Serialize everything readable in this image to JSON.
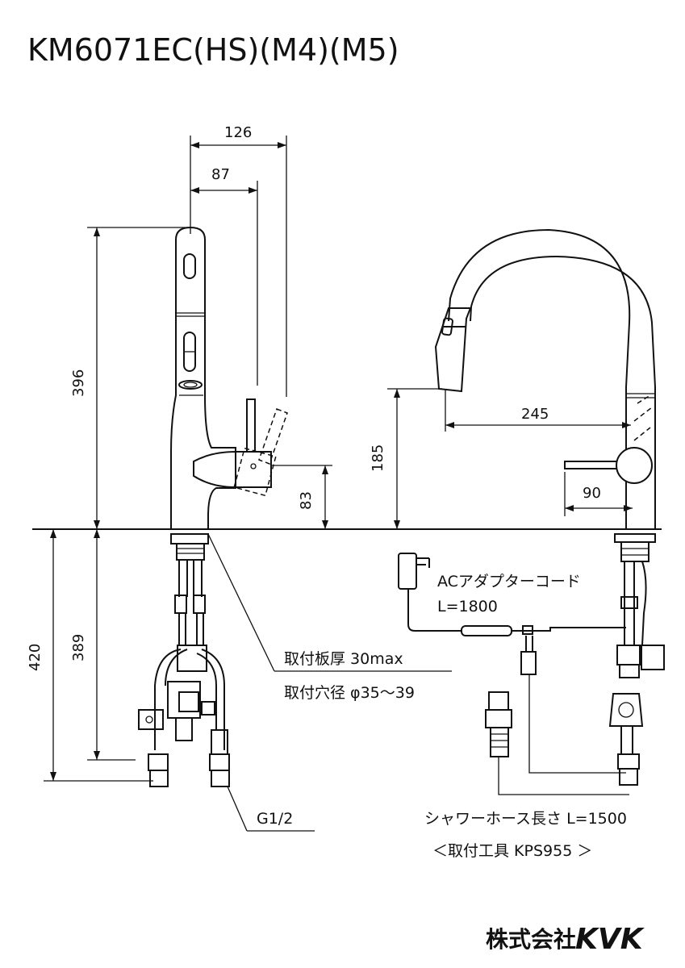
{
  "title": "KM6071EC(HS)(M4)(M5)",
  "dimensions": {
    "d126": "126",
    "d87": "87",
    "d396": "396",
    "d83": "83",
    "d185": "185",
    "d245": "245",
    "d90": "90",
    "d420": "420",
    "d389": "389"
  },
  "annotations": {
    "plate_thickness": "取付板厚 30max",
    "hole_diameter": "取付穴径 φ35～39",
    "thread": "G1/2",
    "ac_cord_line1": "ACアダプターコード",
    "ac_cord_line2": "L=1800",
    "shower_hose": "シャワーホース長さ L=1500",
    "mounting_tool": "＜取付工具 KPS955 ＞"
  },
  "brand": {
    "company": "株式会社",
    "logo": "KVK"
  }
}
